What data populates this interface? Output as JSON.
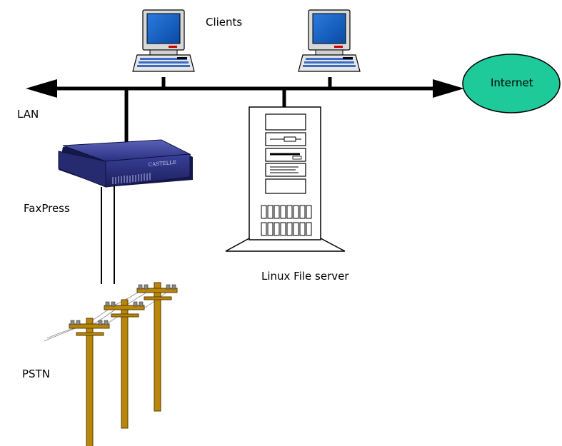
{
  "labels": {
    "clients": "Clients",
    "internet": "Internet",
    "lan": "LAN",
    "faxpress": "FaxPress",
    "fileserver": "Linux File server",
    "pstn": "PSTN"
  },
  "faxpress_brand": "CASTELLE",
  "colors": {
    "internet_fill": "#1ec99a",
    "pole": "#b8860b",
    "monitor_screen": "#0e5fc0",
    "faxpress_body": "#2a2f7a",
    "line": "#000000"
  }
}
